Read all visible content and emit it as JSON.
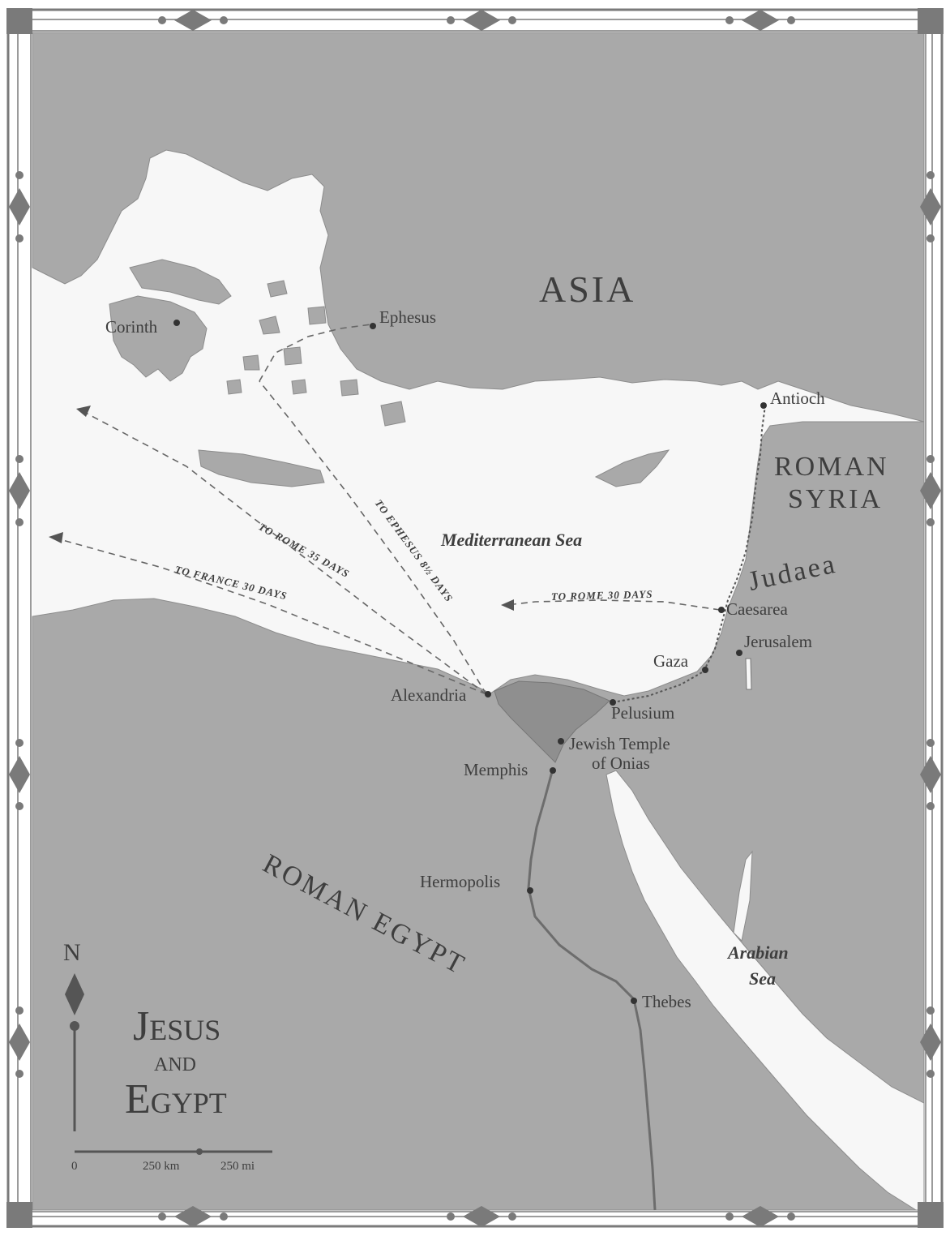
{
  "map": {
    "title": {
      "line1": "Jesus",
      "line2": "and",
      "line3": "Egypt"
    },
    "colors": {
      "land": "#a9a9a9",
      "sea": "#f7f7f7",
      "border": "#7a7a7a",
      "ink": "#3e3e3e"
    },
    "regions": {
      "asia": "ASIA",
      "roman_syria_1": "ROMAN",
      "roman_syria_2": "SYRIA",
      "judaea": "Judaea",
      "roman_egypt": "ROMAN EGYPT"
    },
    "seas": {
      "mediterranean": "Mediterranean Sea",
      "arabian_1": "Arabian",
      "arabian_2": "Sea"
    },
    "cities": {
      "corinth": "Corinth",
      "ephesus": "Ephesus",
      "antioch": "Antioch",
      "caesarea": "Caesarea",
      "jerusalem": "Jerusalem",
      "gaza": "Gaza",
      "alexandria": "Alexandria",
      "pelusium": "Pelusium",
      "jewish_temple_1": "Jewish Temple",
      "jewish_temple_2": "of Onias",
      "memphis": "Memphis",
      "hermopolis": "Hermopolis",
      "thebes": "Thebes"
    },
    "routes": {
      "to_france": "TO FRANCE 30 DAYS",
      "to_rome_west": "TO ROME 35 DAYS",
      "to_ephesus": "TO EPHESUS 8½ DAYS",
      "to_rome_caesarea": "TO ROME 30 DAYS"
    },
    "compass": {
      "north": "N",
      "icon": "north-arrow-icon"
    },
    "scale": {
      "zero": "0",
      "km": "250 km",
      "mi": "250 mi"
    }
  }
}
